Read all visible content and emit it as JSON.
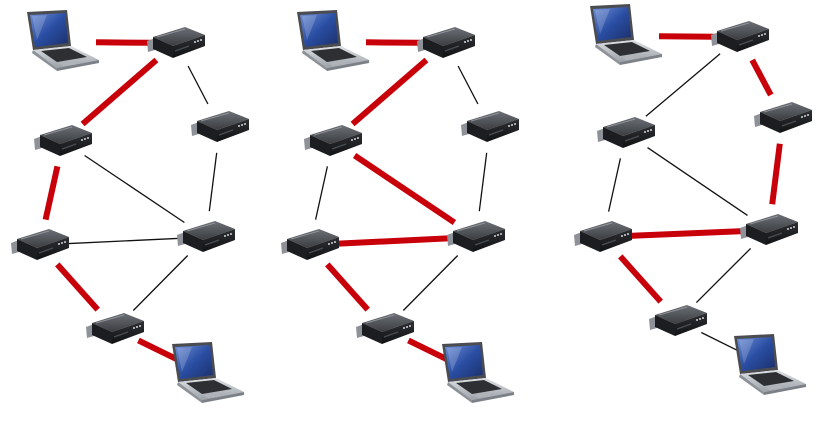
{
  "colors": {
    "route_edge": "#c8000a",
    "link_edge": "#111111",
    "router_body": "#2b2b2b",
    "router_top": "#5a5d62",
    "laptop_screen": "#2a4ea3",
    "laptop_body": "#bfc3c8"
  },
  "icons": {
    "router": "router-icon",
    "laptop": "laptop-icon"
  },
  "networks": [
    {
      "id": "network-1",
      "edges": [
        {
          "from": "laptop_a",
          "to": "router_top",
          "route": true
        },
        {
          "from": "router_top",
          "to": "router_left1",
          "route": true
        },
        {
          "from": "router_top",
          "to": "router_right1",
          "route": false
        },
        {
          "from": "router_left1",
          "to": "router_left2",
          "route": true
        },
        {
          "from": "router_left1",
          "to": "router_right2",
          "route": false
        },
        {
          "from": "router_right1",
          "to": "router_right2",
          "route": false
        },
        {
          "from": "router_left2",
          "to": "router_right2",
          "route": false
        },
        {
          "from": "router_left2",
          "to": "router_bottom",
          "route": true
        },
        {
          "from": "router_right2",
          "to": "router_bottom",
          "route": false
        },
        {
          "from": "router_bottom",
          "to": "laptop_b",
          "route": true
        }
      ]
    },
    {
      "id": "network-2",
      "edges": [
        {
          "from": "laptop_a",
          "to": "router_top",
          "route": true
        },
        {
          "from": "router_top",
          "to": "router_left1",
          "route": true
        },
        {
          "from": "router_top",
          "to": "router_right1",
          "route": false
        },
        {
          "from": "router_left1",
          "to": "router_left2",
          "route": false
        },
        {
          "from": "router_left1",
          "to": "router_right2",
          "route": true
        },
        {
          "from": "router_right1",
          "to": "router_right2",
          "route": false
        },
        {
          "from": "router_left2",
          "to": "router_right2",
          "route": true
        },
        {
          "from": "router_left2",
          "to": "router_bottom",
          "route": true
        },
        {
          "from": "router_right2",
          "to": "router_bottom",
          "route": false
        },
        {
          "from": "router_bottom",
          "to": "laptop_b",
          "route": true
        }
      ]
    },
    {
      "id": "network-3",
      "edges": [
        {
          "from": "laptop_a",
          "to": "router_top",
          "route": true
        },
        {
          "from": "router_top",
          "to": "router_left1",
          "route": false
        },
        {
          "from": "router_top",
          "to": "router_right1",
          "route": true
        },
        {
          "from": "router_left1",
          "to": "router_left2",
          "route": false
        },
        {
          "from": "router_left1",
          "to": "router_right2",
          "route": false
        },
        {
          "from": "router_right1",
          "to": "router_right2",
          "route": true
        },
        {
          "from": "router_left2",
          "to": "router_right2",
          "route": true
        },
        {
          "from": "router_left2",
          "to": "router_bottom",
          "route": true
        },
        {
          "from": "router_right2",
          "to": "router_bottom",
          "route": false
        },
        {
          "from": "router_bottom",
          "to": "laptop_b",
          "route": false
        }
      ]
    }
  ]
}
